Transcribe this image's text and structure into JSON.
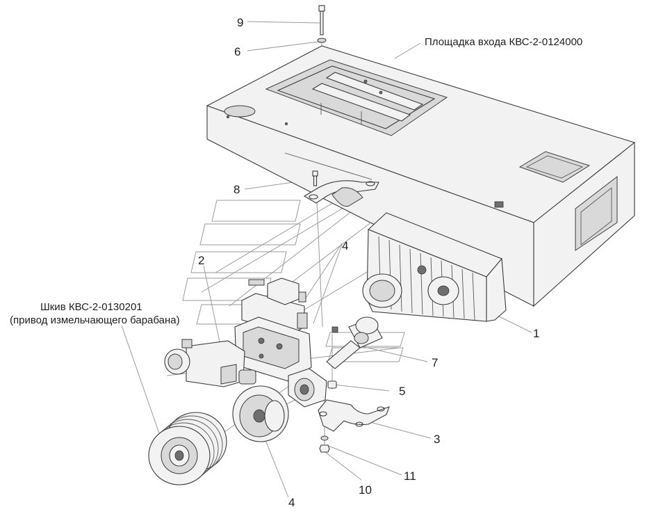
{
  "diagram": {
    "captions": {
      "platform": "Площадка входа КВС-2-0124000",
      "pulley_line1": "Шкив КВС-2-0130201",
      "pulley_line2": "(привод измельчающего барабана)"
    },
    "callouts": {
      "c9": "9",
      "c6": "6",
      "c8": "8",
      "c4_top": "4",
      "c2": "2",
      "c1": "1",
      "c7": "7",
      "c5": "5",
      "c3": "3",
      "c11": "11",
      "c10": "10",
      "c4_bottom": "4"
    }
  }
}
